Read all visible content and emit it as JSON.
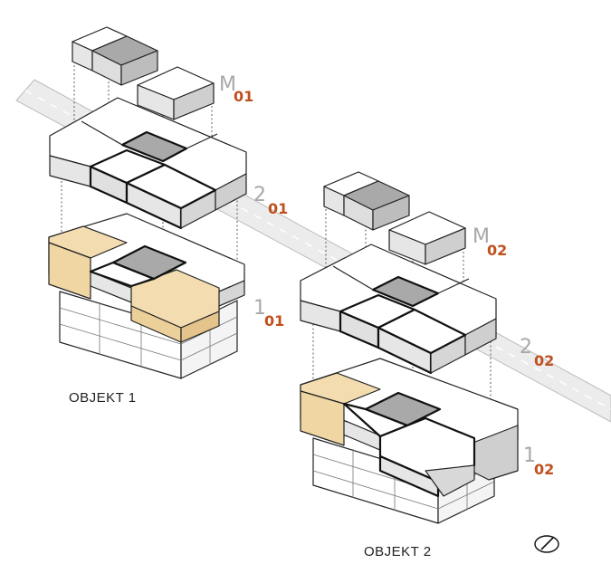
{
  "objects": [
    {
      "caption": "OBJEKT 1",
      "levels": [
        {
          "letter": "M",
          "digits": "01"
        },
        {
          "letter": "2",
          "digits": "01"
        },
        {
          "letter": "1",
          "digits": "01"
        }
      ]
    },
    {
      "caption": "OBJEKT 2",
      "levels": [
        {
          "letter": "M",
          "digits": "02"
        },
        {
          "letter": "2",
          "digits": "02"
        },
        {
          "letter": "1",
          "digits": "02"
        }
      ]
    }
  ],
  "colors": {
    "top_face": "#ffffff",
    "left_face": "#e6e6e6",
    "right_face": "#cfcfcf",
    "dark_top": "#a9a9a9",
    "highlight": "#f3ddb0",
    "road": "#ececec",
    "level_letter": "#a8a8a8",
    "level_digits": "#c0501e"
  },
  "icons": {
    "compass": "compass-icon"
  }
}
